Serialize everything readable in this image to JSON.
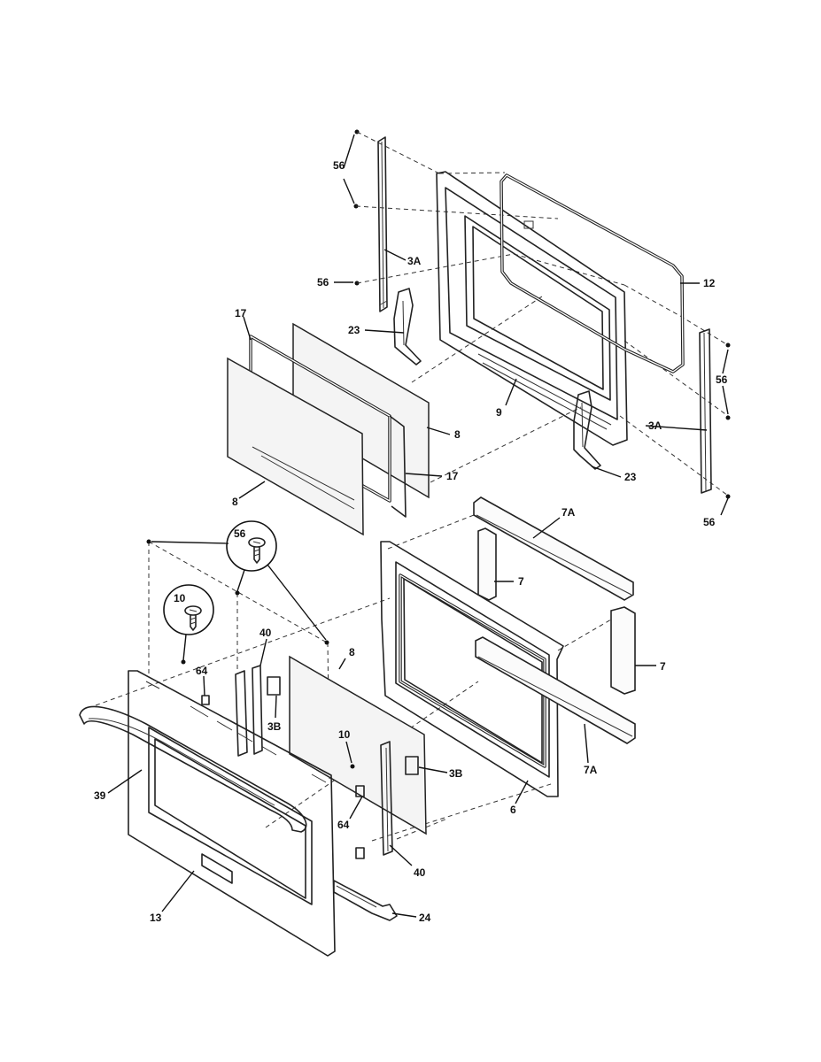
{
  "callouts": {
    "c1": "56",
    "c2": "56",
    "c3": "3A",
    "c4": "56",
    "c5": "12",
    "c6": "17",
    "c7": "23",
    "c8": "56",
    "c9": "9",
    "c10": "8",
    "c11": "3A",
    "c12": "17",
    "c13": "23",
    "c14": "8",
    "c15": "56",
    "c16": "7A",
    "c17": "56",
    "c18": "7",
    "c19": "10",
    "c20": "40",
    "c21": "8",
    "c22": "64",
    "c23": "7",
    "c24": "3B",
    "c25": "10",
    "c26": "39",
    "c27": "3B",
    "c28": "7A",
    "c29": "6",
    "c30": "64",
    "c31": "40",
    "c32": "13",
    "c33": "24"
  }
}
